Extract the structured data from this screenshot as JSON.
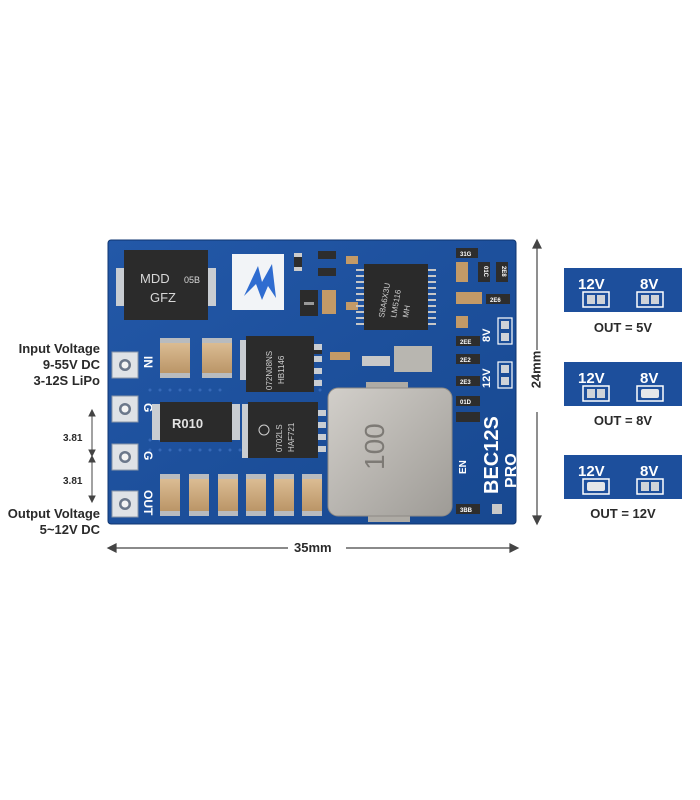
{
  "labels": {
    "input_title": "Input Voltage",
    "input_range": "9-55V DC",
    "input_cells": "3-12S LiPo",
    "output_title": "Output Voltage",
    "output_range": "5~12V DC",
    "pitch_1": "3.81",
    "pitch_2": "3.81",
    "width_dim": "35mm",
    "height_dim": "24mm"
  },
  "board": {
    "pads": [
      "IN",
      "G",
      "G",
      "OUT"
    ],
    "model": "BEC12S",
    "model_sub": "PRO",
    "en_label": "EN",
    "jumper_12v": "12V",
    "jumper_8v": "8V",
    "diode_marking": [
      "MDD",
      "05B",
      "GFZ"
    ],
    "shunt_marking": "R010",
    "mosfet_1": [
      "072N08NS",
      "HB1146"
    ],
    "mosfet_2": [
      "0702LS",
      "HAF721"
    ],
    "ic_marking": [
      "S8A6X3U",
      "LM5116",
      "MH"
    ],
    "inductor_marking": "100",
    "smd_codes": [
      "31G",
      "01C",
      "2E8",
      "2E6",
      "2EE",
      "2E2",
      "2E3",
      "01D",
      "3BB"
    ]
  },
  "jumpers": [
    {
      "label_12v": "12V",
      "label_8v": "8V",
      "caption": "OUT = 5V"
    },
    {
      "label_12v": "12V",
      "label_8v": "8V",
      "caption": "OUT = 8V"
    },
    {
      "label_12v": "12V",
      "label_8v": "8V",
      "caption": "OUT = 12V"
    }
  ],
  "colors": {
    "pcb": "#1c4e9a",
    "pcb_dark": "#123a78",
    "silk": "#ffffff",
    "pad": "#cfd3d8",
    "inductor": "#b9b6b0",
    "capacitor": "#c9a67a"
  }
}
